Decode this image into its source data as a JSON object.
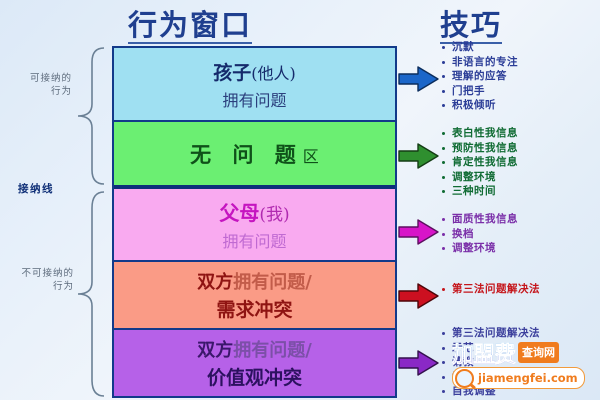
{
  "titles": {
    "left": "行为窗口",
    "right": "技巧"
  },
  "left_labels": {
    "acceptable": "可接纳的\n行为",
    "acceptance_line": "接纳线",
    "unacceptable": "不可接纳的\n行为"
  },
  "bands": [
    {
      "id": "child",
      "line1_main": "孩子",
      "line1_sub": "(他人)",
      "line2": "拥有问题",
      "fill": "#9fe0f2",
      "arrow_color": "#1b66c9"
    },
    {
      "id": "no-problem",
      "line1_main": "无 问 题",
      "line1_sub": "区",
      "line2": "",
      "fill": "#6bef72",
      "arrow_color": "#2f8f2f"
    },
    {
      "id": "parent",
      "line1_main": "父母",
      "line1_sub": "(我)",
      "line2": "拥有问题",
      "fill": "#f9aaf0",
      "arrow_color": "#d715c8"
    },
    {
      "id": "needs-conflict",
      "line1_main": "双方",
      "line1_sub": "拥有问题/",
      "line2": "需求冲突",
      "fill": "#fa9b86",
      "arrow_color": "#cc1020"
    },
    {
      "id": "values-conflict",
      "line1_main": "双方",
      "line1_sub": "拥有问题/",
      "line2": "价值观冲突",
      "fill": "#b661e8",
      "arrow_color": "#8a29c6"
    }
  ],
  "skills": {
    "child": [
      "沉默",
      "非语言的专注",
      "理解的应答",
      "门把手",
      "积极倾听"
    ],
    "no_problem": [
      "表白性我信息",
      "预防性我信息",
      "肯定性我信息",
      "调整环境",
      "三种时间"
    ],
    "parent": [
      "面质性我信息",
      "换档",
      "调整环境"
    ],
    "needs_conflict": [
      "第三法问题解决法"
    ],
    "values_conflict": [
      "第三法问题解决法",
      "示范",
      "请教",
      "协商",
      "自我调整"
    ]
  },
  "watermark": {
    "main": "加盟费",
    "badge": "查询网",
    "domain": "jiamengfei.com"
  }
}
